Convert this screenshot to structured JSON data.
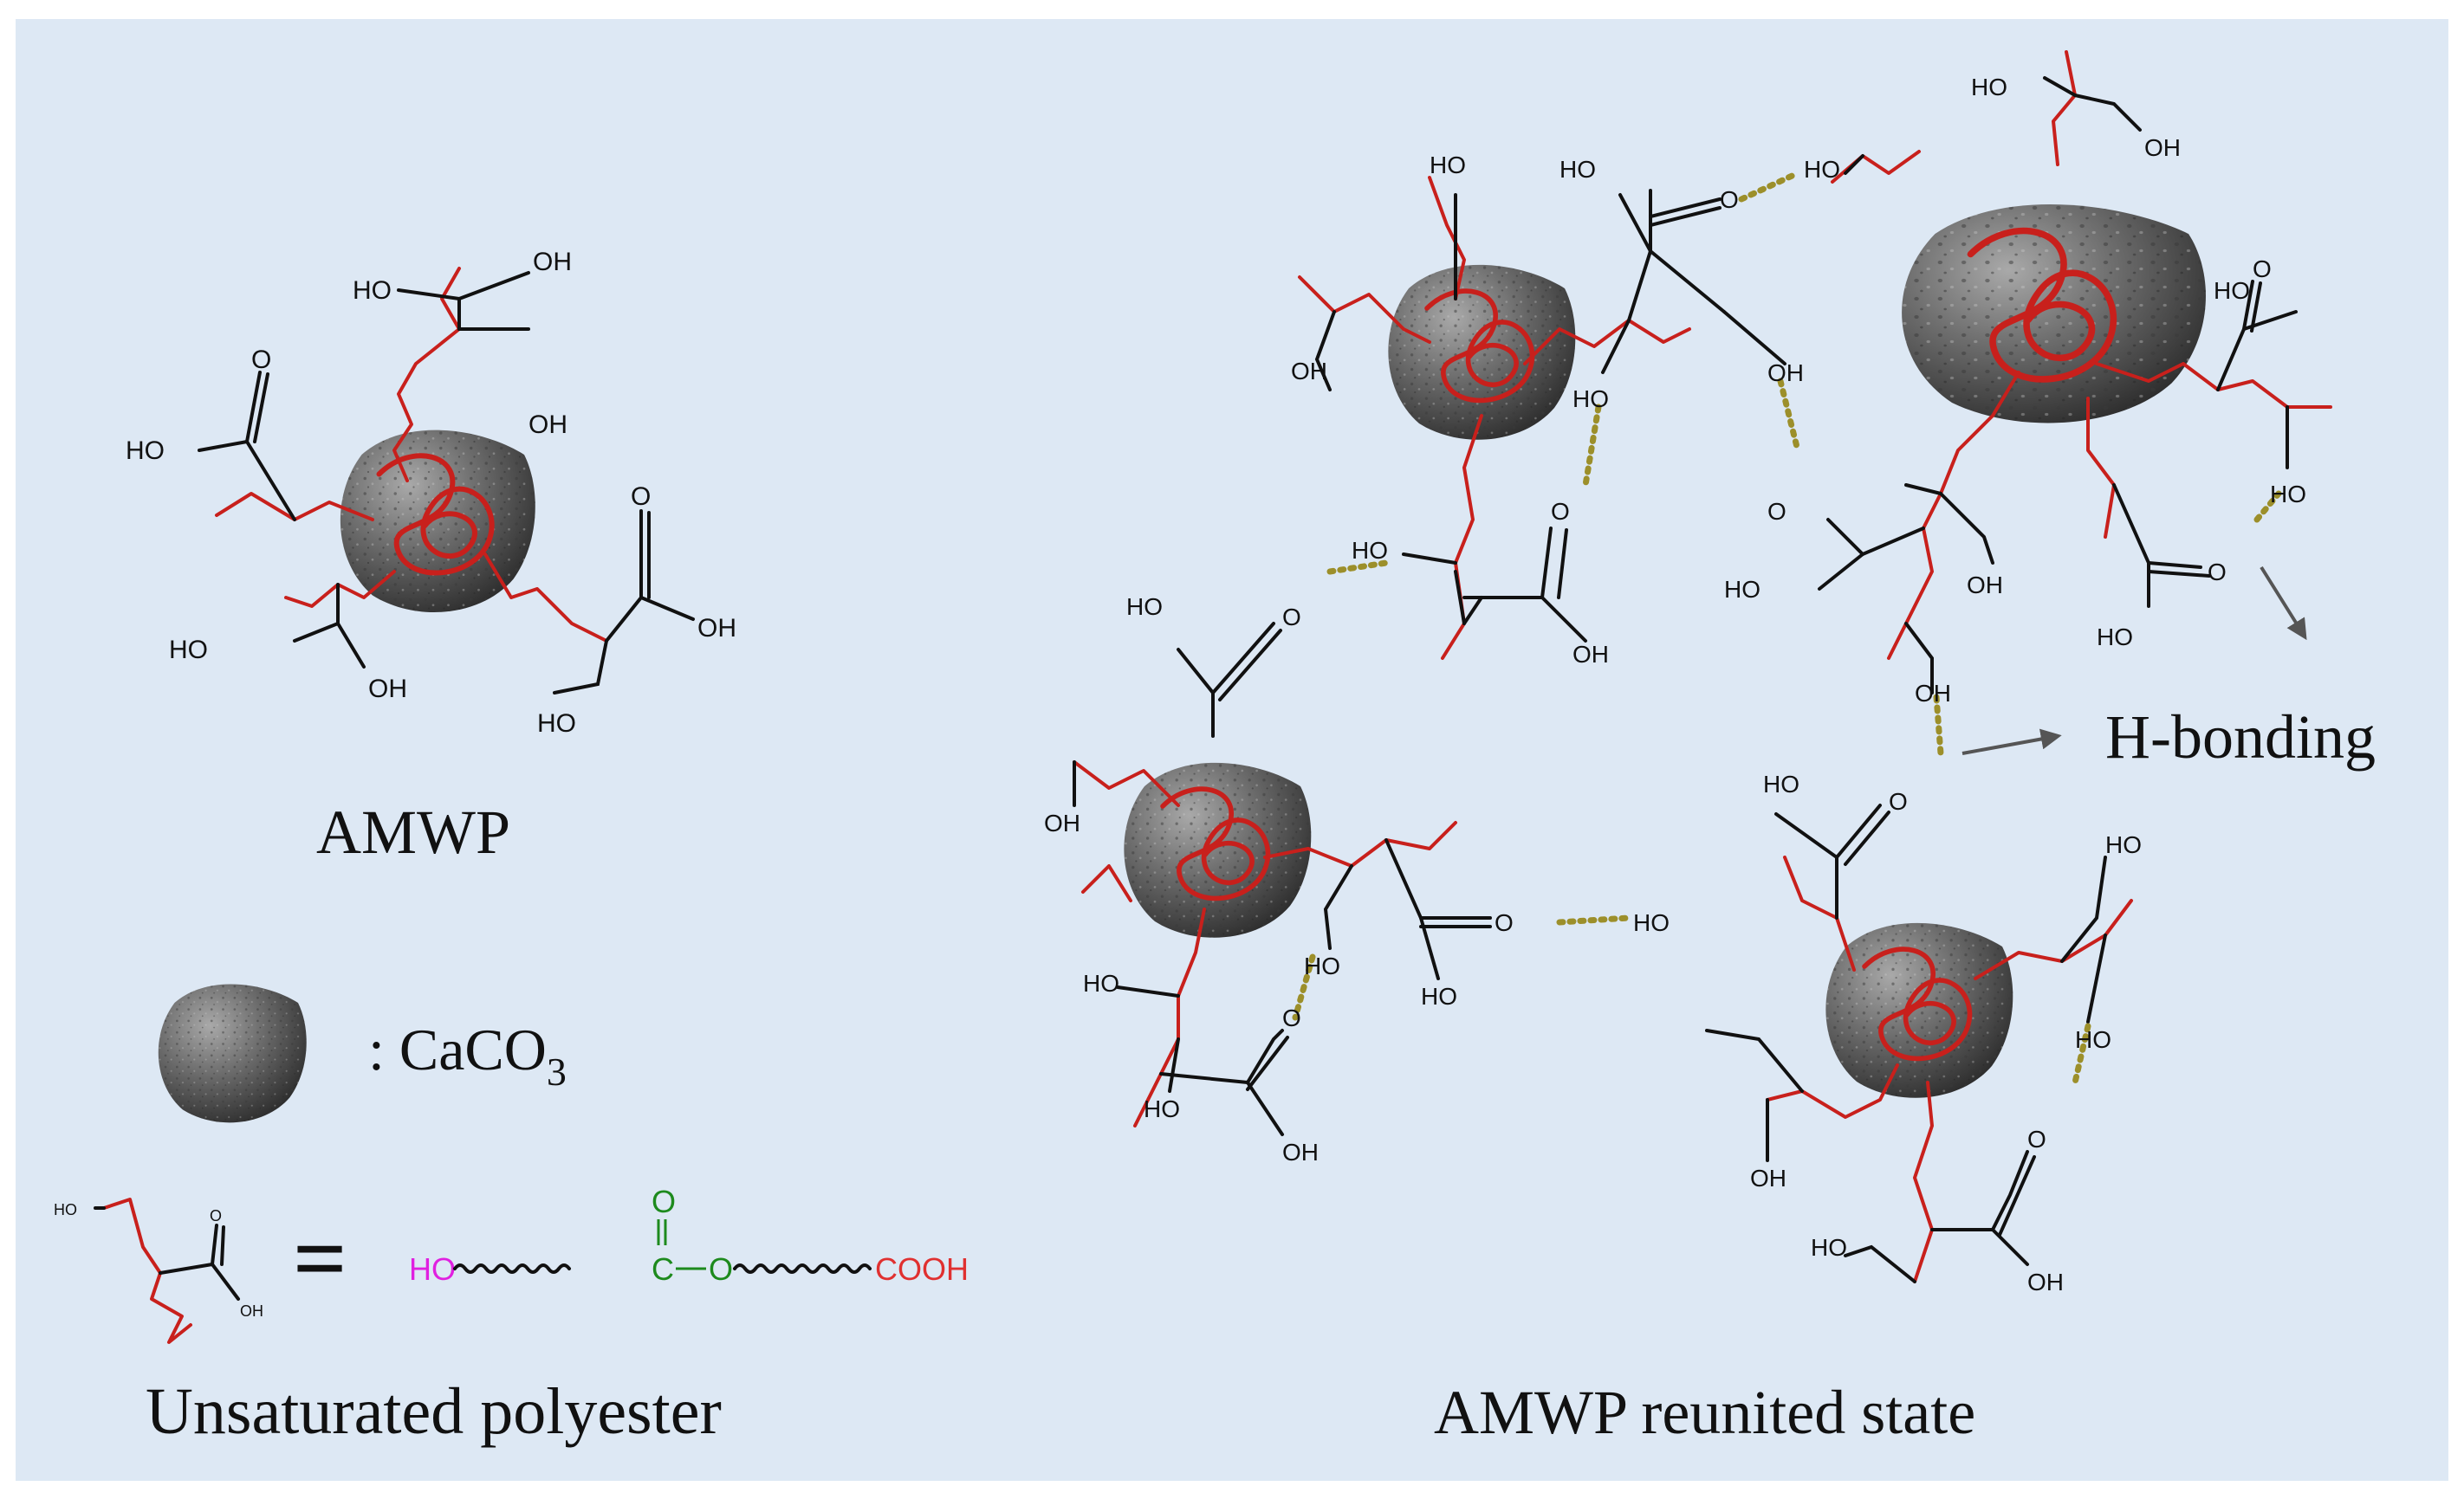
{
  "captions": {
    "amwp": "AMWP",
    "legend_caco3_prefix": ": CaCO",
    "legend_caco3_sub": "3",
    "equals": "=",
    "unsaturated": "Unsaturated polyester",
    "reunited": "AMWP reunited state",
    "hbonding": "H-bonding"
  },
  "formula": {
    "ho": "HO",
    "carbonyl_o": "O",
    "carbon": "C",
    "ester_o": "O",
    "cooh": "COOH"
  },
  "labels": {
    "oh": "OH",
    "ho": "HO",
    "o": "O"
  },
  "colors": {
    "background": "#dde8f4",
    "frame": "#ffffff",
    "chain": "#c8201c",
    "hbond": "#9c8f2a",
    "ho_magenta": "#e020e0",
    "ester_green": "#1d8a1d",
    "cooh_red": "#e03030",
    "particle": "#6e6e6e"
  }
}
